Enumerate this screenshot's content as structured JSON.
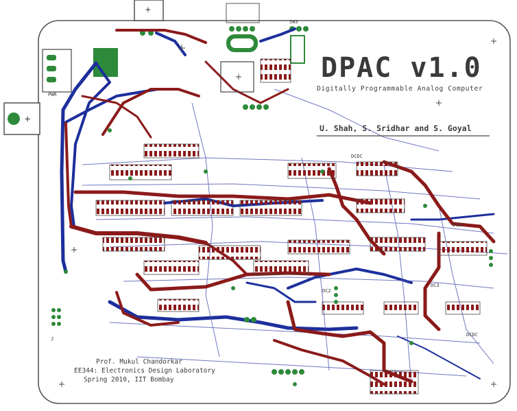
{
  "board": {
    "title": "DPAC v1.0",
    "subtitle": "Digitally Programmable Analog Computer",
    "authors": "U. Shah, S. Sridhar and S. Goyal",
    "credit_lines": [
      "Prof. Mukul Chandorkar",
      "EE344: Electronics Design Laboratory",
      "Spring 2010, IIT Bombay"
    ]
  },
  "colors": {
    "top_copper": "#8b1a1a",
    "bottom_copper": "#1c2f9c",
    "pad_green": "#2d8a3a",
    "outline": "#555555",
    "silkscreen": "#3a3a3a"
  },
  "component_labels": [
    "DCDC",
    "DCDC",
    "DCDC",
    "DC3",
    "DC2",
    "SW3",
    "PWR",
    "J"
  ]
}
